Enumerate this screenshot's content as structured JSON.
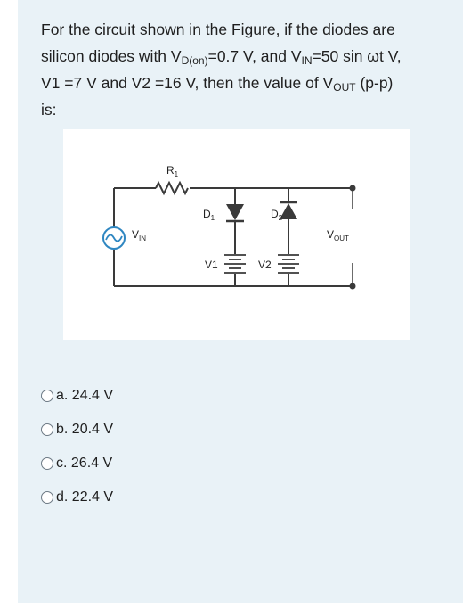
{
  "question": {
    "line1": "For the circuit shown in the Figure, if the diodes are",
    "line2_a": "silicon diodes with V",
    "line2_sub1": "D(on)",
    "line2_b": "=0.7 V, and V",
    "line2_sub2": "IN",
    "line2_c": "=50 sin ωt V,",
    "line3_a": "V1 =7 V and V2 =16 V, then the value of V",
    "line3_sub": "OUT",
    "line3_b": " (p-p)",
    "line4": "is:"
  },
  "figure": {
    "r1": "R",
    "r1_sub": "1",
    "d1": "D",
    "d1_sub": "1",
    "d2": "D",
    "d2_sub": "2",
    "vin": "V",
    "vin_sub": "IN",
    "v1": "V1",
    "v2": "V2",
    "vout": "V",
    "vout_sub": "OUT",
    "colors": {
      "wire": "#3a3a3a",
      "source": "#2e86c1",
      "label": "#222222"
    }
  },
  "options": [
    {
      "letter": "a.",
      "value": "24.4 V"
    },
    {
      "letter": "b.",
      "value": "20.4 V"
    },
    {
      "letter": "c.",
      "value": "26.4 V"
    },
    {
      "letter": "d.",
      "value": "22.4 V"
    }
  ]
}
